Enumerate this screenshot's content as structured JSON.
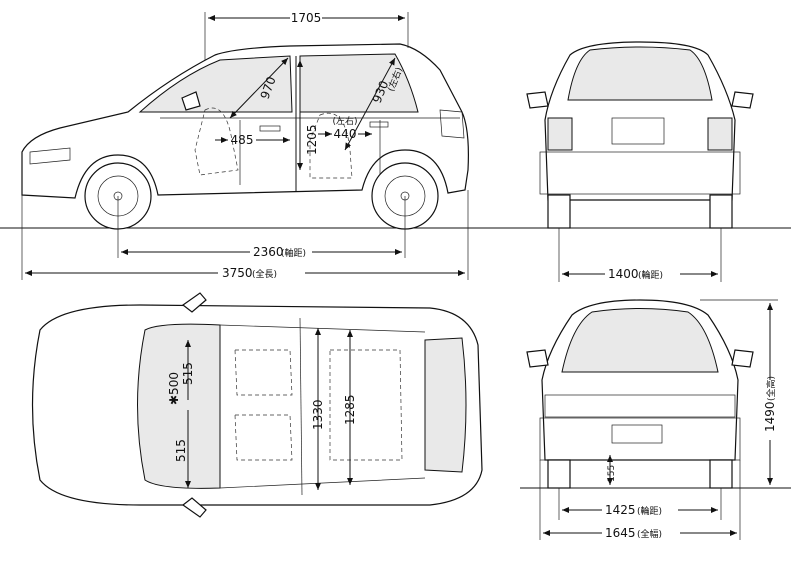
{
  "side_view": {
    "dim_top": "1705",
    "dim_970": "970",
    "dim_930": "930",
    "dim_930_note": "(左右)",
    "dim_485": "485",
    "dim_440": "440",
    "dim_440_note": "(左右)",
    "dim_1205": "1205",
    "wheelbase": "2360",
    "wheelbase_note": "(軸距)",
    "length": "3750",
    "length_note": "(全長)"
  },
  "rear_view": {
    "track": "1400",
    "track_note": "(輪距)"
  },
  "top_view": {
    "star_500": "✱500",
    "dim_515_a": "515",
    "dim_515_b": "515",
    "dim_1330": "1330",
    "dim_1285": "1285"
  },
  "front_view": {
    "height": "1490",
    "height_note": "(全高)",
    "clearance": "155",
    "track": "1425",
    "track_note": "(輪距)",
    "width": "1645",
    "width_note": "(全幅)"
  }
}
